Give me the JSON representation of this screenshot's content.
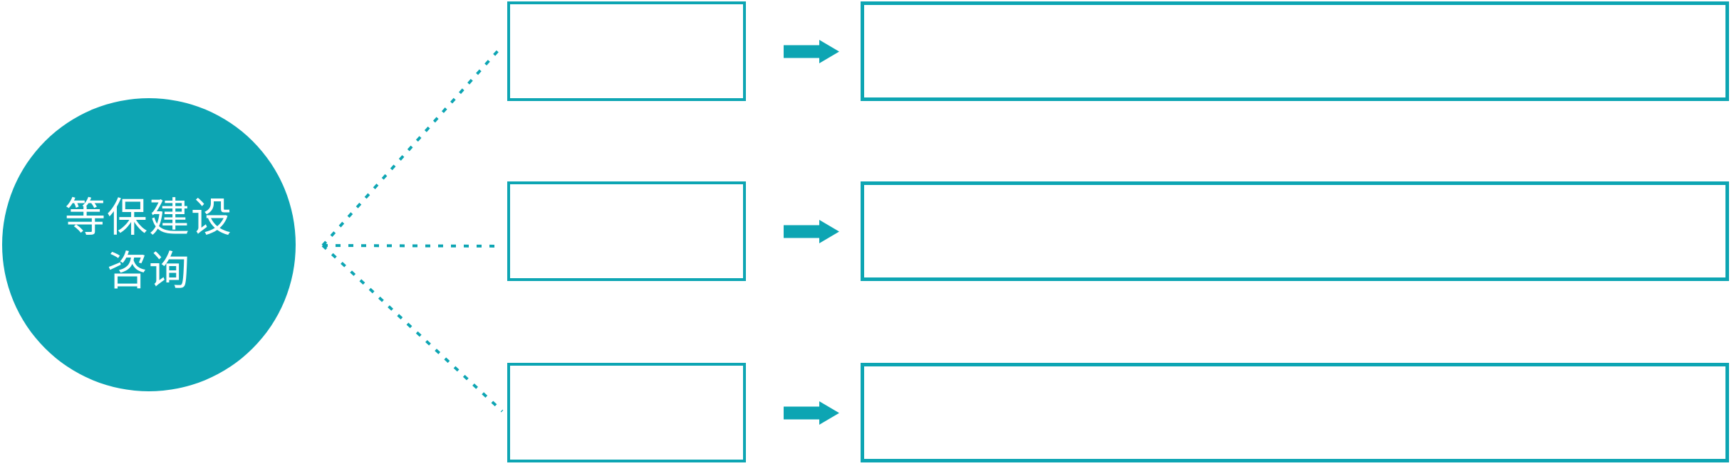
{
  "diagram": {
    "type": "hub-and-spoke-flow",
    "accent_color": "#0da5b3",
    "background_color": "#ffffff",
    "hub": {
      "line1": "等保建设",
      "line2": "咨询",
      "text_color": "#ffffff"
    },
    "connectors": [
      {
        "style": "dotted",
        "from": "hub",
        "to": "step-1"
      },
      {
        "style": "dotted",
        "from": "hub",
        "to": "step-2"
      },
      {
        "style": "dotted",
        "from": "hub",
        "to": "step-3"
      }
    ],
    "rows": [
      {
        "step_text": "",
        "arrow": "right-arrow-icon",
        "detail_text": ""
      },
      {
        "step_text": "",
        "arrow": "right-arrow-icon",
        "detail_text": ""
      },
      {
        "step_text": "",
        "arrow": "right-arrow-icon",
        "detail_text": ""
      }
    ]
  }
}
